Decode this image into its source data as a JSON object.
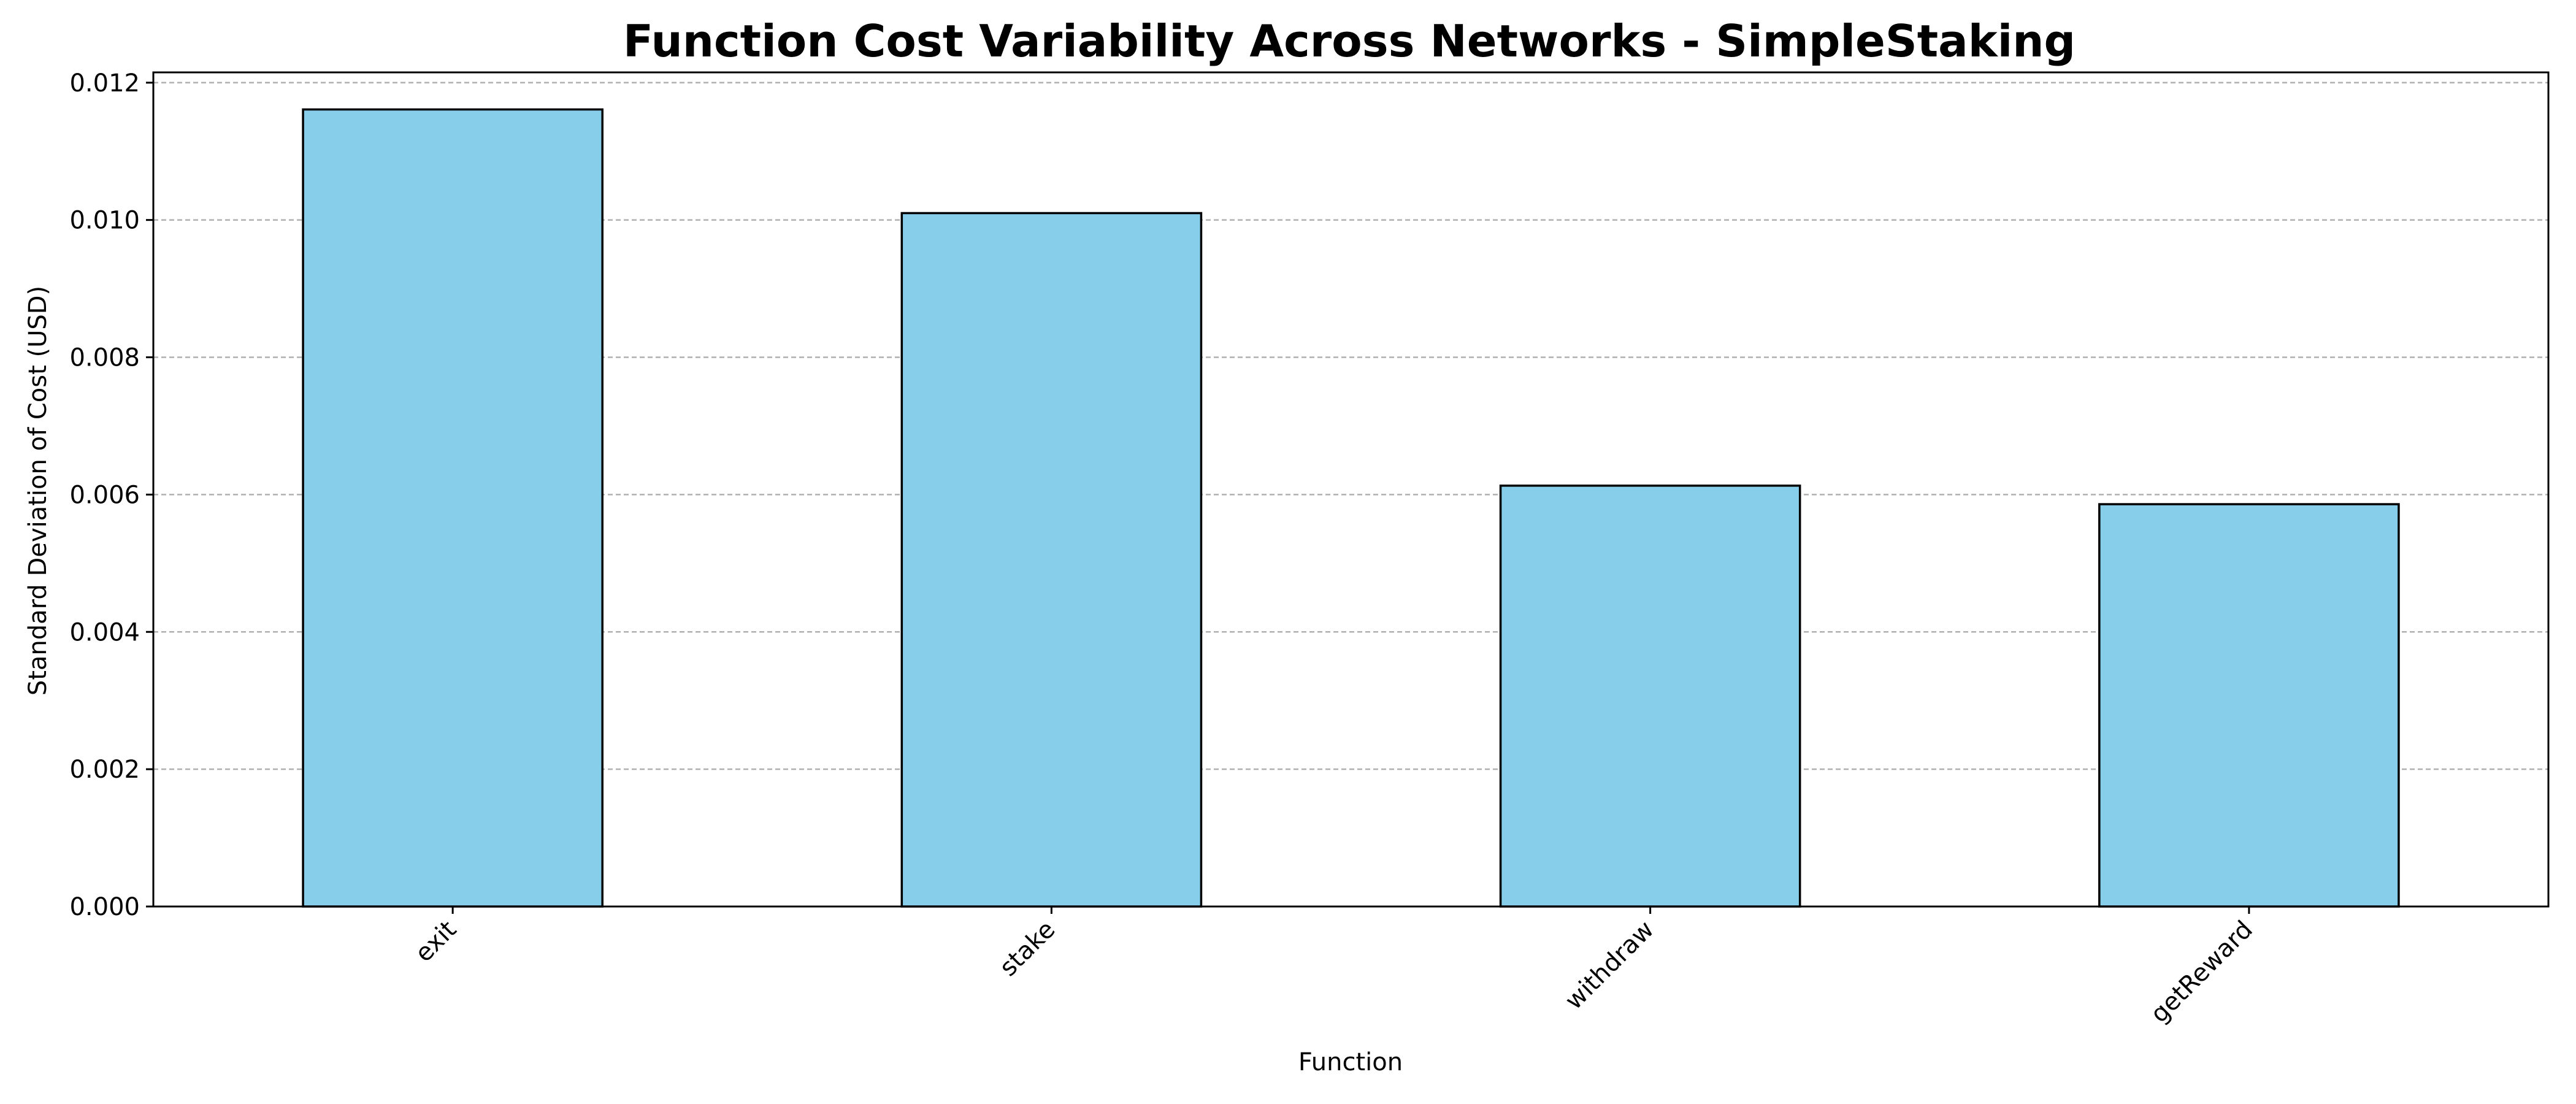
{
  "chart_data": {
    "type": "bar",
    "title": "Function Cost Variability Across Networks - SimpleStaking",
    "xlabel": "Function",
    "ylabel": "Standard Deviation of Cost (USD)",
    "categories": [
      "exit",
      "stake",
      "withdraw",
      "getReward"
    ],
    "values": [
      0.01161,
      0.0101,
      0.00613,
      0.00586
    ],
    "ylim": [
      0,
      0.01215
    ],
    "yticks": [
      0.0,
      0.002,
      0.004,
      0.006,
      0.008,
      0.01,
      0.012
    ],
    "ytick_labels": [
      "0.000",
      "0.002",
      "0.004",
      "0.006",
      "0.008",
      "0.010",
      "0.012"
    ],
    "grid": {
      "y": true,
      "x": false,
      "style": "dashed"
    },
    "bar_color": "#87ceeb",
    "bar_edge_color": "#000000",
    "xtick_rotation": 45
  }
}
